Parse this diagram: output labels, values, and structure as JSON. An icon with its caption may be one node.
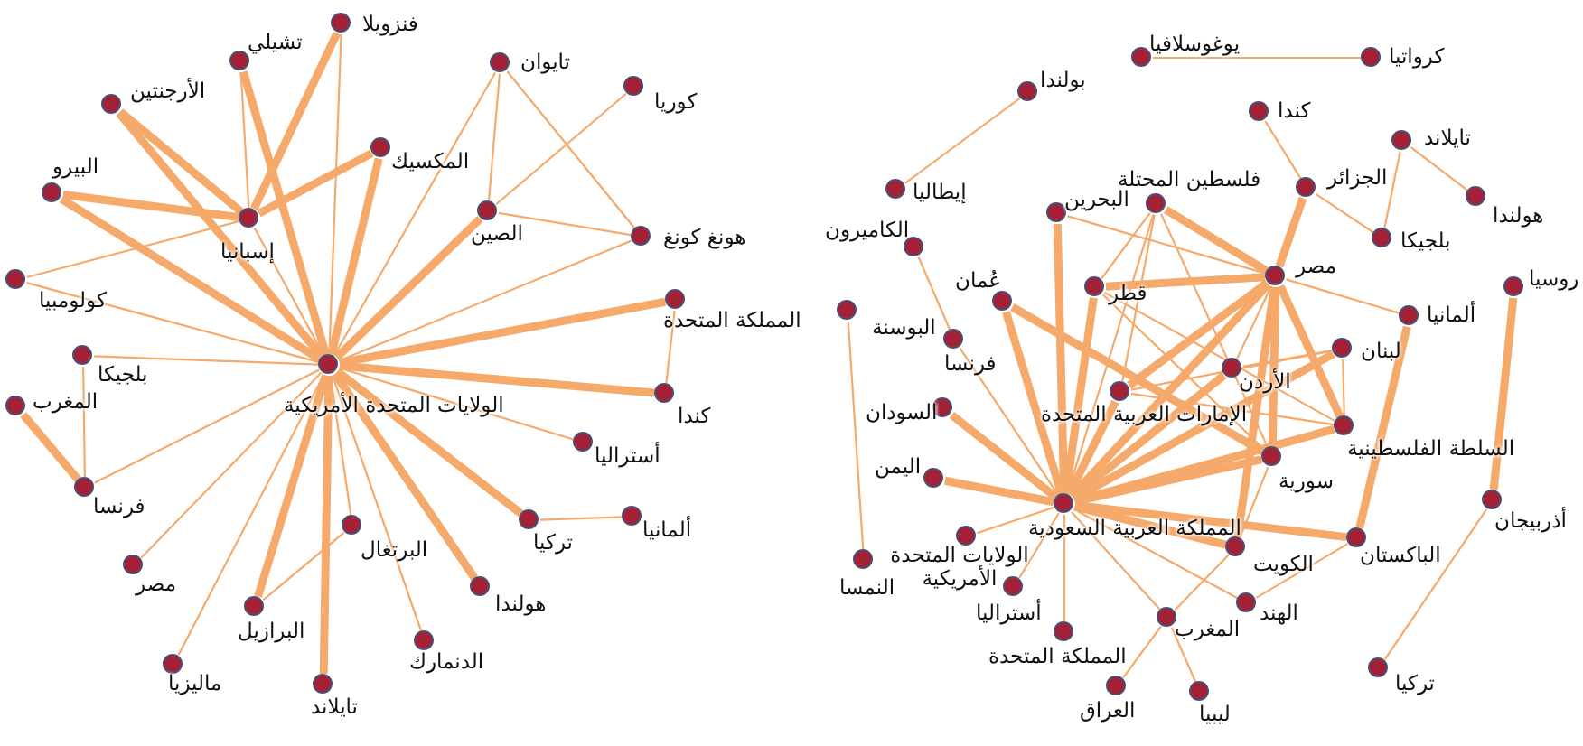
{
  "diagram": {
    "nodes": [
      {
        "text": [
          "الولايات المتحدة الأمريكية"
        ]
      },
      {
        "text": [
          "إسبانيا"
        ]
      },
      {
        "text": [
          "فنزويلا"
        ]
      },
      {
        "text": [
          "تشيلي"
        ]
      },
      {
        "text": [
          "الأرجنتين"
        ]
      },
      {
        "text": [
          "البيرو"
        ]
      },
      {
        "text": [
          "المكسيك"
        ]
      },
      {
        "text": [
          "تايوان"
        ]
      },
      {
        "text": [
          "كوريا"
        ]
      },
      {
        "text": [
          "الصين"
        ]
      },
      {
        "text": [
          "هونغ كونغ"
        ]
      },
      {
        "text": [
          "المملكة المتحدة"
        ]
      },
      {
        "text": [
          "كولومبيا"
        ]
      },
      {
        "text": [
          "بلجيكا"
        ]
      },
      {
        "text": [
          "المغرب"
        ]
      },
      {
        "text": [
          "فرنسا"
        ]
      },
      {
        "text": [
          "كندا"
        ]
      },
      {
        "text": [
          "أستراليا"
        ]
      },
      {
        "text": [
          "تركيا"
        ]
      },
      {
        "text": [
          "ألمانيا"
        ]
      },
      {
        "text": [
          "هولندا"
        ]
      },
      {
        "text": [
          "البرتغال"
        ]
      },
      {
        "text": [
          "البرازيل"
        ]
      },
      {
        "text": [
          "الدنمارك"
        ]
      },
      {
        "text": [
          "مصر"
        ]
      },
      {
        "text": [
          "ماليزيا"
        ]
      },
      {
        "text": [
          "تايلاند"
        ]
      },
      {
        "text": [
          "يوغوسلافيا"
        ]
      },
      {
        "text": [
          "كرواتيا"
        ]
      },
      {
        "text": [
          "بولندا"
        ]
      },
      {
        "text": [
          "إيطاليا"
        ]
      },
      {
        "text": [
          "الكاميرون"
        ]
      },
      {
        "text": [
          "البحرين"
        ]
      },
      {
        "text": [
          "فلسطين المحتلة"
        ]
      },
      {
        "text": [
          "كندا"
        ]
      },
      {
        "text": [
          "الجزائر"
        ]
      },
      {
        "text": [
          "تايلاند"
        ]
      },
      {
        "text": [
          "هولندا"
        ]
      },
      {
        "text": [
          "بلجيكا"
        ]
      },
      {
        "text": [
          "مصر"
        ]
      },
      {
        "text": [
          "روسيا"
        ]
      },
      {
        "text": [
          "عُمان"
        ]
      },
      {
        "text": [
          "قطر"
        ]
      },
      {
        "text": [
          "البوسنة"
        ]
      },
      {
        "text": [
          "فرنسا"
        ]
      },
      {
        "text": [
          "ألمانيا"
        ]
      },
      {
        "text": [
          "لبنان"
        ]
      },
      {
        "text": [
          "الأردن"
        ]
      },
      {
        "text": [
          "الإمارات العربية المتحدة"
        ]
      },
      {
        "text": [
          "السودان"
        ]
      },
      {
        "text": [
          "السلطة الفلسطينية"
        ]
      },
      {
        "text": [
          "اليمن"
        ]
      },
      {
        "text": [
          "سورية"
        ]
      },
      {
        "text": [
          "المملكة العربية السعودية"
        ]
      },
      {
        "text": [
          "الولايات المتحدة الأمريكية"
        ]
      },
      {
        "text": [
          "أستراليا"
        ]
      },
      {
        "text": [
          "النمسا"
        ]
      },
      {
        "text": [
          "أذربيجان"
        ]
      },
      {
        "text": [
          "الكويت"
        ]
      },
      {
        "text": [
          "الباكستان"
        ]
      },
      {
        "text": [
          "الهند"
        ]
      },
      {
        "text": [
          "المغرب"
        ]
      },
      {
        "text": [
          "المملكة المتحدة"
        ]
      },
      {
        "text": [
          "العراق"
        ]
      },
      {
        "text": [
          "ليبيا"
        ]
      },
      {
        "text": [
          "تركيا"
        ]
      }
    ],
    "edges": [
      {
        "from": 2,
        "to": 0,
        "arrow": "none"
      },
      {
        "from": 3,
        "to": 0,
        "arrow": "none",
        "style": "thick"
      },
      {
        "from": 4,
        "to": 0,
        "arrow": "none",
        "style": "thick"
      },
      {
        "from": 5,
        "to": 0,
        "arrow": "none",
        "style": "thick"
      },
      {
        "from": 6,
        "to": 0,
        "arrow": "none",
        "style": "thick"
      },
      {
        "from": 7,
        "to": 0,
        "arrow": "none"
      },
      {
        "from": 9,
        "to": 0,
        "arrow": "none",
        "style": "thick"
      },
      {
        "from": 10,
        "to": 0,
        "arrow": "none"
      },
      {
        "from": 11,
        "to": 0,
        "arrow": "none",
        "style": "thick"
      },
      {
        "from": 12,
        "to": 0,
        "arrow": "none"
      },
      {
        "from": 13,
        "to": 0,
        "arrow": "none"
      },
      {
        "from": 1,
        "to": 0,
        "arrow": "none"
      },
      {
        "from": 3,
        "to": 1,
        "arrow": "none"
      },
      {
        "from": 2,
        "to": 1,
        "arrow": "none",
        "style": "thick"
      },
      {
        "from": 4,
        "to": 1,
        "arrow": "none",
        "style": "thick"
      },
      {
        "from": 5,
        "to": 1,
        "arrow": "none",
        "style": "thick"
      },
      {
        "from": 6,
        "to": 1,
        "arrow": "none",
        "style": "thick"
      },
      {
        "from": 12,
        "to": 1,
        "arrow": "none"
      },
      {
        "from": 7,
        "to": 9,
        "arrow": "none"
      },
      {
        "from": 7,
        "to": 10,
        "arrow": "none"
      },
      {
        "from": 9,
        "to": 10,
        "arrow": "none"
      },
      {
        "from": 8,
        "to": 9,
        "arrow": "none"
      },
      {
        "from": 11,
        "to": 16,
        "arrow": "none"
      },
      {
        "from": 0,
        "to": 16,
        "arrow": "none",
        "style": "thick"
      },
      {
        "from": 0,
        "to": 17,
        "arrow": "none"
      },
      {
        "from": 0,
        "to": 18,
        "arrow": "none",
        "style": "thick"
      },
      {
        "from": 18,
        "to": 19,
        "arrow": "none"
      },
      {
        "from": 0,
        "to": 20,
        "arrow": "none",
        "style": "thick"
      },
      {
        "from": 0,
        "to": 21,
        "arrow": "none"
      },
      {
        "from": 0,
        "to": 22,
        "arrow": "none",
        "style": "thick"
      },
      {
        "from": 21,
        "to": 22,
        "arrow": "none"
      },
      {
        "from": 0,
        "to": 23,
        "arrow": "none"
      },
      {
        "from": 0,
        "to": 26,
        "arrow": "none",
        "style": "thick"
      },
      {
        "from": 0,
        "to": 25,
        "arrow": "none"
      },
      {
        "from": 0,
        "to": 24,
        "arrow": "none"
      },
      {
        "from": 0,
        "to": 15,
        "arrow": "none"
      },
      {
        "from": 15,
        "to": 14,
        "arrow": "none",
        "style": "thick"
      },
      {
        "from": 13,
        "to": 15,
        "arrow": "none"
      },
      {
        "from": 27,
        "to": 28,
        "arrow": "none"
      },
      {
        "from": 29,
        "to": 30,
        "arrow": "none"
      },
      {
        "from": 34,
        "to": 35,
        "arrow": "none"
      },
      {
        "from": 35,
        "to": 38,
        "arrow": "none"
      },
      {
        "from": 36,
        "to": 38,
        "arrow": "none"
      },
      {
        "from": 36,
        "to": 37,
        "arrow": "none"
      },
      {
        "from": 35,
        "to": 39,
        "arrow": "none",
        "style": "thick"
      },
      {
        "from": 31,
        "to": 44,
        "arrow": "none"
      },
      {
        "from": 43,
        "to": 56,
        "arrow": "none"
      },
      {
        "from": 40,
        "to": 57,
        "arrow": "none",
        "style": "thick"
      },
      {
        "from": 57,
        "to": 65,
        "arrow": "none"
      },
      {
        "from": 32,
        "to": 53,
        "arrow": "none",
        "style": "thick"
      },
      {
        "from": 32,
        "to": 39,
        "arrow": "none"
      },
      {
        "from": 33,
        "to": 39,
        "arrow": "none",
        "style": "thick"
      },
      {
        "from": 33,
        "to": 42,
        "arrow": "none"
      },
      {
        "from": 33,
        "to": 48,
        "arrow": "none"
      },
      {
        "from": 33,
        "to": 53,
        "arrow": "none"
      },
      {
        "from": 33,
        "to": 52,
        "arrow": "none"
      },
      {
        "from": 42,
        "to": 39,
        "arrow": "none",
        "style": "thick"
      },
      {
        "from": 42,
        "to": 53,
        "arrow": "none",
        "style": "thick"
      },
      {
        "from": 42,
        "to": 52,
        "arrow": "none"
      },
      {
        "from": 42,
        "to": 50,
        "arrow": "none"
      },
      {
        "from": 39,
        "to": 45,
        "arrow": "none"
      },
      {
        "from": 39,
        "to": 53,
        "arrow": "none",
        "style": "thick"
      },
      {
        "from": 39,
        "to": 48,
        "arrow": "none",
        "style": "thick"
      },
      {
        "from": 39,
        "to": 52,
        "arrow": "none",
        "style": "thick"
      },
      {
        "from": 39,
        "to": 50,
        "arrow": "none",
        "style": "thick"
      },
      {
        "from": 39,
        "to": 58,
        "arrow": "none",
        "style": "thick"
      },
      {
        "from": 39,
        "to": 47,
        "arrow": "none"
      },
      {
        "from": 41,
        "to": 53,
        "arrow": "none",
        "style": "thick"
      },
      {
        "from": 41,
        "to": 52,
        "arrow": "none",
        "style": "thick"
      },
      {
        "from": 49,
        "to": 53,
        "arrow": "none",
        "style": "thick"
      },
      {
        "from": 51,
        "to": 53,
        "arrow": "none",
        "style": "thick"
      },
      {
        "from": 44,
        "to": 53,
        "arrow": "none"
      },
      {
        "from": 48,
        "to": 53,
        "arrow": "none",
        "style": "thick"
      },
      {
        "from": 47,
        "to": 53,
        "arrow": "none",
        "style": "thick"
      },
      {
        "from": 46,
        "to": 53,
        "arrow": "none",
        "style": "thick"
      },
      {
        "from": 46,
        "to": 48,
        "arrow": "none"
      },
      {
        "from": 46,
        "to": 47,
        "arrow": "none"
      },
      {
        "from": 46,
        "to": 50,
        "arrow": "none"
      },
      {
        "from": 52,
        "to": 53,
        "arrow": "none",
        "style": "thick"
      },
      {
        "from": 50,
        "to": 53,
        "arrow": "none",
        "style": "thick"
      },
      {
        "from": 50,
        "to": 48,
        "arrow": "none"
      },
      {
        "from": 45,
        "to": 59,
        "arrow": "none",
        "style": "thick"
      },
      {
        "from": 53,
        "to": 58,
        "arrow": "none",
        "style": "thick"
      },
      {
        "from": 53,
        "to": 59,
        "arrow": "none",
        "style": "thick"
      },
      {
        "from": 53,
        "to": 54,
        "arrow": "none"
      },
      {
        "from": 53,
        "to": 55,
        "arrow": "none"
      },
      {
        "from": 53,
        "to": 62,
        "arrow": "none"
      },
      {
        "from": 53,
        "to": 61,
        "arrow": "none"
      },
      {
        "from": 53,
        "to": 60,
        "arrow": "none"
      },
      {
        "from": 58,
        "to": 61,
        "arrow": "none"
      },
      {
        "from": 59,
        "to": 60,
        "arrow": "none"
      },
      {
        "from": 61,
        "to": 63,
        "arrow": "none"
      },
      {
        "from": 61,
        "to": 64,
        "arrow": "none"
      },
      {
        "from": 52,
        "to": 58,
        "arrow": "none"
      }
    ]
  }
}
